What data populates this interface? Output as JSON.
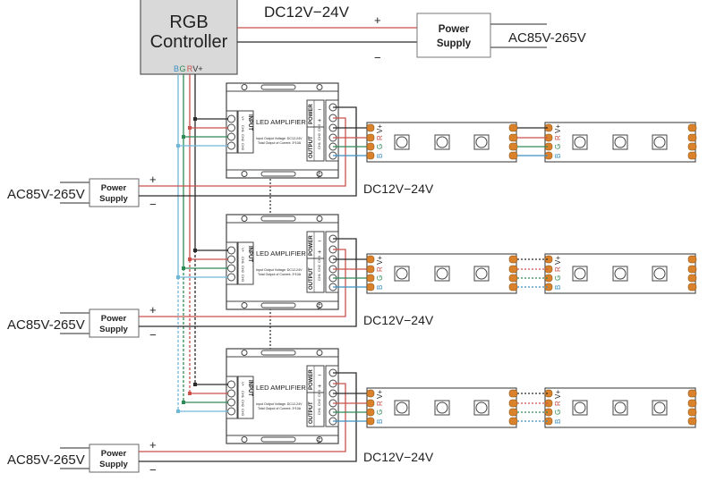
{
  "controller": {
    "title_line1": "RGB",
    "title_line2": "Controller",
    "pins": [
      "B",
      "G",
      "R",
      "V+"
    ]
  },
  "top_supply": {
    "dc_label": "DC12V−24V",
    "plus": "+",
    "minus": "−",
    "box_line1": "Power",
    "box_line2": "Supply",
    "ac_label": "AC85V-265V"
  },
  "rows": [
    {
      "ac_label": "AC85V-265V",
      "box_line1": "Power",
      "box_line2": "Supply",
      "plus": "+",
      "minus": "−",
      "dc_label": "DC12V−24V",
      "link_style": "solid"
    },
    {
      "ac_label": "AC85V-265V",
      "box_line1": "Power",
      "box_line2": "Supply",
      "plus": "+",
      "minus": "−",
      "dc_label": "DC12V−24V",
      "link_style": "dotted"
    },
    {
      "ac_label": "AC85V-265V",
      "box_line1": "Power",
      "box_line2": "Supply",
      "plus": "+",
      "minus": "−",
      "dc_label": "DC12V−24V",
      "link_style": "dotted"
    }
  ],
  "amplifier": {
    "title": "LED AMPLIFIER",
    "input_label": "INPUT",
    "input_pins": [
      "V+",
      "CH1",
      "CH2",
      "CH3"
    ],
    "spec_line1": "Input Output Voltage: DC12-24V",
    "spec_line2": "Total Output of Current: 3*10A",
    "power_label": "POWER",
    "power_pins": [
      "−",
      "+"
    ],
    "output_label": "OUTPUT",
    "output_pins": [
      "V+",
      "CH1",
      "CH2",
      "CH3"
    ]
  },
  "strip": {
    "pins": [
      "V+",
      "R",
      "G",
      "B"
    ]
  },
  "colors": {
    "red": "#c9524c",
    "green": "#2e8b57",
    "blue": "#3a8fc4",
    "light_blue": "#6fb8d8",
    "black": "#2a2a2a",
    "pad": "#d9822b",
    "controller_fill": "#d9d9d9"
  }
}
